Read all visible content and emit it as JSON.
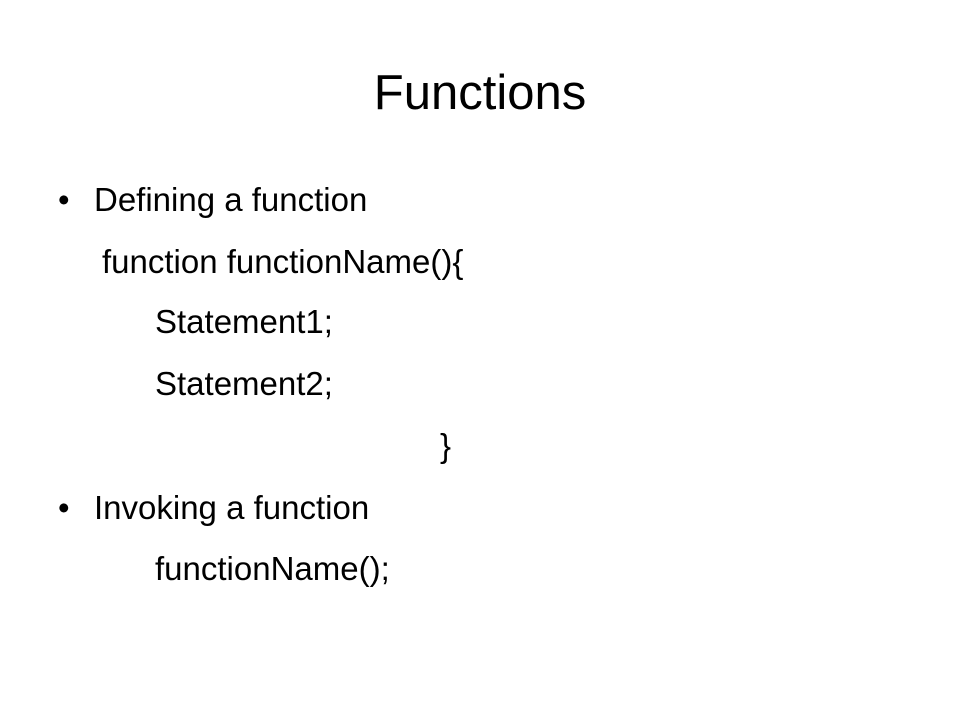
{
  "slide": {
    "title": "Functions",
    "bullets": [
      {
        "symbol": "•",
        "text": "Defining a function",
        "code": [
          "function functionName(){",
          "Statement1;",
          "Statement2;",
          "}"
        ]
      },
      {
        "symbol": "•",
        "text": "Invoking a function",
        "code": [
          "functionName();"
        ]
      }
    ]
  }
}
